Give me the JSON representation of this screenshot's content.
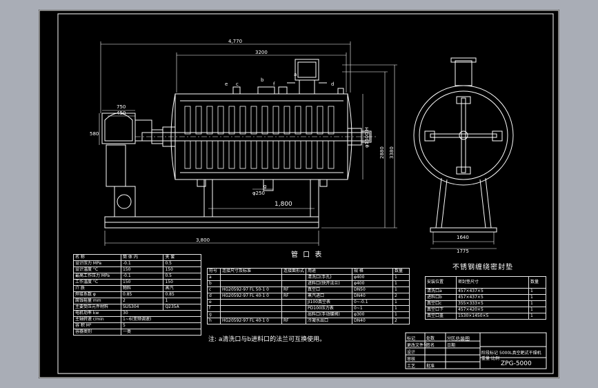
{
  "colors": {
    "background": "#a9adb6",
    "sheet": "#000000",
    "line": "#ffffff",
    "accent": "#00c8ff"
  },
  "dimensions": {
    "total_length": "4,770",
    "body_length": "3200",
    "base_length": "3,800",
    "support_span": "1,800",
    "left_width_1": "750",
    "left_width_2": "450",
    "motor_height": "580",
    "diameter": "φ1500 H",
    "height_1": "2880",
    "height_2": "3380",
    "side_width_1": "1640",
    "side_width_2": "1775",
    "nozzle_a": "a",
    "nozzle_b": "b",
    "nozzle_c": "c",
    "nozzle_d": "d",
    "nozzle_e": "e",
    "nozzle_f": "f",
    "nozzle_g": "g",
    "outlet_dim": "φ250"
  },
  "spec_table": {
    "headers": [
      "名  称",
      "筒 体 内",
      "夹  套"
    ],
    "rows": [
      [
        "设计压力 MPa",
        "-0.1",
        "0.5"
      ],
      [
        "设计温度 °C",
        "150",
        "150"
      ],
      [
        "最高工作压力 MPa",
        "-0.1",
        "0.5"
      ],
      [
        "工作温度 °C",
        "150",
        "150"
      ],
      [
        "介  质",
        "物料",
        "蒸汽"
      ],
      [
        "焊接系数 φ",
        "0.85",
        "0.85"
      ],
      [
        "腐蚀裕量 mm",
        "2",
        "1"
      ],
      [
        "主要受压元件材料",
        "SUS304",
        "Q235A"
      ],
      [
        "电机功率 kw",
        "30",
        ""
      ],
      [
        "主轴转速 r/min",
        "1~6(变频调速)",
        ""
      ],
      [
        "容  积 M³",
        "5",
        ""
      ],
      [
        "容器类别",
        "一类",
        ""
      ]
    ]
  },
  "nozzle_table": {
    "title": "管 口 表",
    "headers": [
      "符号",
      "连接尺寸及标准",
      "连接面形式",
      "用途",
      "规  格",
      "数量"
    ],
    "rows": [
      [
        "a",
        "",
        "",
        "清洗口(手孔)",
        "φ400",
        "1"
      ],
      [
        "b",
        "",
        "",
        "进料口(快开法兰)",
        "φ400",
        "1"
      ],
      [
        "c",
        "HG20592-97 FL 50-1 0",
        "RF",
        "真空口",
        "DN50",
        "1"
      ],
      [
        "d",
        "HG20592-97 FL 40-1 0",
        "RF",
        "蒸汽进口",
        "DN40",
        "2"
      ],
      [
        "e",
        "",
        "",
        "JI100真空表",
        "0~-0.1",
        "1"
      ],
      [
        "f",
        "",
        "",
        "PD100压力表",
        "0~1",
        "1"
      ],
      [
        "g",
        "",
        "",
        "出料口(手动蝶阀)",
        "φ300",
        "1"
      ],
      [
        "h",
        "HG20592-97 FL 40-1 0",
        "RF",
        "冷凝水出口",
        "DN40",
        "2"
      ]
    ],
    "note": "注: a清洗口与b进料口的法兰可互换使用。"
  },
  "gasket_table": {
    "title": "不锈钢缠绕密封垫",
    "headers": [
      "安装位置",
      "密封垫尺寸",
      "数量"
    ],
    "rows": [
      [
        "清洗口a",
        "457×437×5",
        "1"
      ],
      [
        "进料口b",
        "457×437×5",
        "1"
      ],
      [
        "真空口c",
        "355×333×5",
        "1"
      ],
      [
        "真空口下",
        "457×420×5",
        "1"
      ],
      [
        "真空口盖",
        "1530×1450×5",
        "1"
      ]
    ]
  },
  "title_block": {
    "drawing_title": "总装图",
    "project": "5000L真空耙式干燥机",
    "drawing_no": "ZPG-5000",
    "labels": [
      "标记",
      "处数",
      "分区",
      "更改文件号",
      "签名",
      "日期",
      "设计",
      "审核",
      "工艺",
      "批准"
    ],
    "stage_labels": [
      "阶段标记",
      "重量",
      "比例"
    ]
  }
}
